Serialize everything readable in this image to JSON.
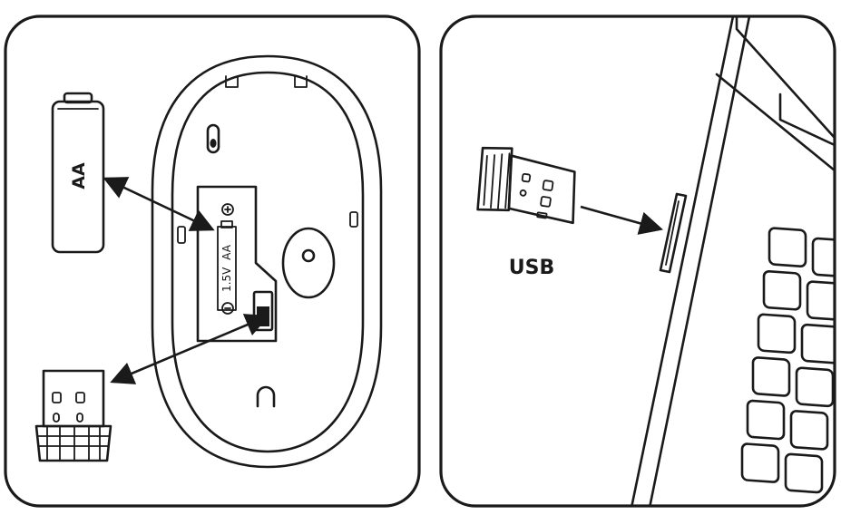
{
  "left_panel": {
    "battery_label": "AA",
    "compartment_voltage_label": "1.5V",
    "compartment_type_label": "AA",
    "plus_symbol": "+",
    "minus_symbol": "−"
  },
  "right_panel": {
    "usb_label": "USB"
  },
  "colors": {
    "line": "#1a1a1a",
    "background": "#ffffff"
  }
}
